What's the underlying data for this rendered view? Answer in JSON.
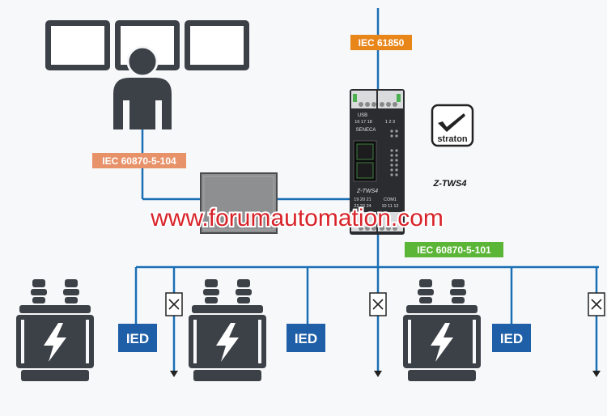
{
  "protocols": {
    "iec61850": "IEC 61850",
    "iec104": "IEC 60870-5-104",
    "iec101": "IEC 60870-5-101"
  },
  "watermark": "www.forumautomation.com",
  "device": {
    "brand": "SENECA",
    "model_label": "Z-TWS4",
    "model_caption": "Z-TWS4",
    "usb": "USB",
    "com1": "COM1",
    "top_terminals_left": "16 17 18",
    "top_terminals_right": "1 2 3",
    "bottom_terminals_left_1": "19 20 21",
    "bottom_terminals_left_2": "22 23 24",
    "bottom_terminals_right": "10 11 12"
  },
  "logo": {
    "straton": "straton"
  },
  "ied_label": "IED",
  "colors": {
    "bus": "#1a6fb5",
    "iec61850_tag": "#e8861a",
    "iec104_tag": "#e8926a",
    "iec101_tag": "#5bb536",
    "ied_box": "#1f5fa8",
    "equipment": "#3c4147",
    "watermark": "#d8232a",
    "converter_box": "#8d8f91"
  }
}
